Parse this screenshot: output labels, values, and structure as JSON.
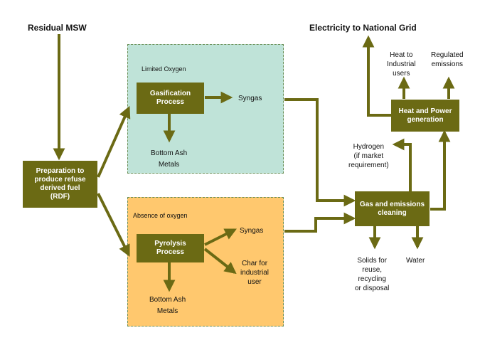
{
  "colors": {
    "node_fill": "#6b6a14",
    "arrow": "#6b6a14",
    "limited_oxygen_bg": "#bfe3d8",
    "absence_oxygen_bg": "#ffc86e",
    "text": "#111111"
  },
  "titles": {
    "residual_msw": "Residual MSW",
    "electricity": "Electricity to National Grid"
  },
  "regions": {
    "limited_oxygen": "Limited Oxygen",
    "absence_oxygen": "Absence of oxygen"
  },
  "nodes": {
    "preparation": "Preparation to\nproduce refuse\nderived fuel\n(RDF)",
    "gasification": "Gasification\nProcess",
    "pyrolysis": "Pyrolysis\nProcess",
    "gas_emissions": "Gas and emissions\ncleaning",
    "heat_power": "Heat and Power\ngeneration"
  },
  "labels": {
    "syngas_top": "Syngas",
    "syngas_bottom": "Syngas",
    "bottom_ash_top": "Bottom Ash\nMetals",
    "bottom_ash_bottom": "Bottom Ash\nMetals",
    "char": "Char for\nindustrial\nuser",
    "hydrogen": "Hydrogen\n(if market\nrequirement)",
    "heat_industrial": "Heat to\nIndustrial\nusers",
    "regulated": "Regulated\nemissions",
    "solids": "Solids for\nreuse,\nrecycling\nor disposal",
    "water": "Water"
  }
}
